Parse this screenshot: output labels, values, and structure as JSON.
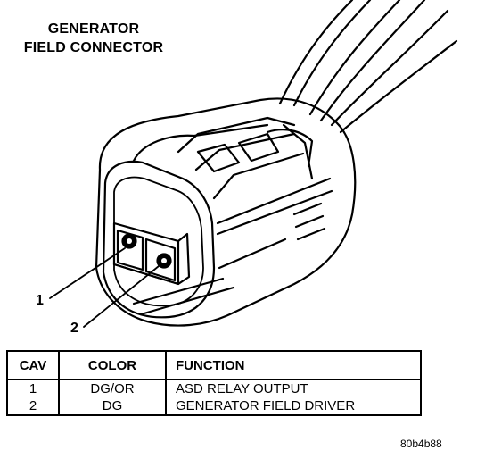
{
  "title": {
    "line1": "GENERATOR",
    "line2": "FIELD CONNECTOR"
  },
  "callouts": [
    "1",
    "2"
  ],
  "table": {
    "headers": [
      "CAV",
      "COLOR",
      "FUNCTION"
    ],
    "rows": [
      [
        "1",
        "DG/OR",
        "ASD RELAY OUTPUT"
      ],
      [
        "2",
        "DG",
        "GENERATOR FIELD DRIVER"
      ]
    ]
  },
  "figure_code": "80b4b88"
}
